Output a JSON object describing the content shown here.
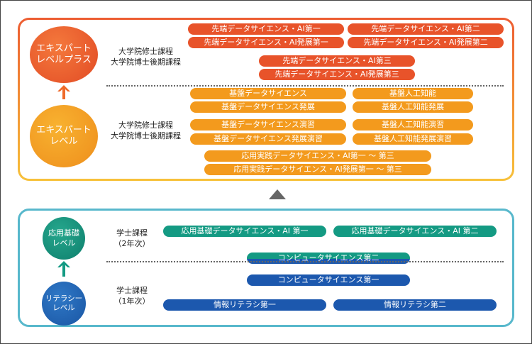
{
  "levels": {
    "expert_plus": [
      "エキスパート",
      "レベルプラス"
    ],
    "expert": [
      "エキスパート",
      "レベル"
    ],
    "applied": [
      "応用基礎",
      "レベル"
    ],
    "literacy": [
      "リテラシー",
      "レベル"
    ]
  },
  "course_labels": {
    "grad_top": [
      "大学院修士課程",
      "大学院博士後期課程"
    ],
    "grad_mid": [
      "大学院修士課程",
      "大学院博士後期課程"
    ],
    "undergrad_2": [
      "学士課程",
      "（2年次）"
    ],
    "undergrad_1": [
      "学士課程",
      "（1年次）"
    ]
  },
  "expert_plus_courses": [
    "先端データサイエンス・AI第一",
    "先端データサイエンス・AI第二",
    "先端データサイエンス・AI発展第一",
    "先端データサイエンス・AI発展第二",
    "先端データサイエンス・AI第三",
    "先端データサイエンス・AI発展第三"
  ],
  "expert_courses": [
    "基盤データサイエンス",
    "基盤人工知能",
    "基盤データサイエンス発展",
    "基盤人工知能発展",
    "基盤データサイエンス演習",
    "基盤人工知能演習",
    "基盤データサイエンス発展演習",
    "基盤人工知能発展演習",
    "応用実践データサイエンス・AI第一 ～ 第三",
    "応用実践データサイエンス・AI発展第一 ～ 第三"
  ],
  "applied_courses": [
    "応用基礎データサイエンス・AI 第一",
    "応用基礎データサイエンス・AI 第二",
    "コンピュータサイエンス第二"
  ],
  "literacy_courses": [
    "コンピュータサイエンス第一",
    "情報リテラシ第一",
    "情報リテラシ第二"
  ],
  "colors": {
    "expert_plus": "#e8532a",
    "expert": "#f39a1d",
    "applied": "#149a83",
    "literacy": "#1c58ae",
    "top_border_start": "#ed5d32",
    "top_border_end": "#f7c13a",
    "bottom_border": "#58b8cc"
  },
  "icons": [
    "up-arrow-icon",
    "triangle-up-icon"
  ]
}
